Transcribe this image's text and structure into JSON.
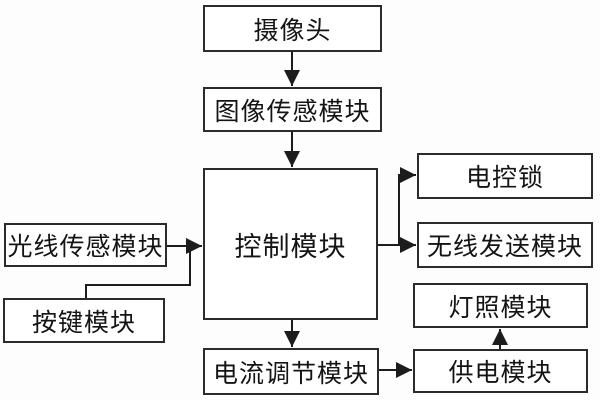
{
  "diagram": {
    "title": "door-control-system-block-diagram",
    "colors": {
      "line": "#1c1c1c",
      "box_border": "#2b2b2b",
      "box_fill": "#ffffff",
      "text": "#141414",
      "background": "#fdfdfd"
    },
    "nodes": {
      "camera": {
        "label": "摄像头"
      },
      "image_sensor": {
        "label": "图像传感模块"
      },
      "control": {
        "label": "控制模块"
      },
      "light_sensor": {
        "label": "光线传感模块"
      },
      "button": {
        "label": "按键模块"
      },
      "electric_lock": {
        "label": "电控锁"
      },
      "wireless_send": {
        "label": "无线发送模块"
      },
      "lighting": {
        "label": "灯照模块"
      },
      "power_supply": {
        "label": "供电模块"
      },
      "current_regulator": {
        "label": "电流调节模块"
      }
    },
    "edges": [
      {
        "from": "camera",
        "to": "image_sensor",
        "arrow": true
      },
      {
        "from": "image_sensor",
        "to": "control",
        "arrow": true
      },
      {
        "from": "light_sensor",
        "to": "control",
        "arrow": true
      },
      {
        "from": "button",
        "to": "control",
        "arrow": true,
        "note": "merges into light_sensor arrow line"
      },
      {
        "from": "control",
        "to": "electric_lock",
        "arrow": true
      },
      {
        "from": "control",
        "to": "wireless_send",
        "arrow": true
      },
      {
        "from": "control",
        "to": "current_regulator",
        "arrow": true
      },
      {
        "from": "current_regulator",
        "to": "power_supply",
        "arrow": true
      },
      {
        "from": "power_supply",
        "to": "lighting",
        "arrow": true
      }
    ]
  }
}
